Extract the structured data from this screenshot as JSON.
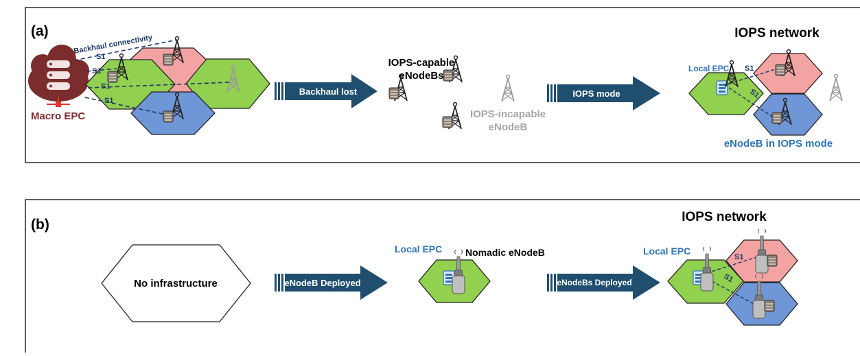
{
  "panel_a": {
    "label": "(a)",
    "macro_epc": "Macro EPC",
    "backhaul_connectivity": "Backhaul connectivity",
    "s1": "S1",
    "arrow_backhaul_lost": "Backhaul lost",
    "iops_capable_line1": "IOPS-capable",
    "iops_capable_line2": "eNodeBs",
    "iops_incapable_line1": "IOPS-incapable",
    "iops_incapable_line2": "eNodeB",
    "arrow_iops_mode": "IOPS mode",
    "iops_network": "IOPS network",
    "local_epc": "Local EPC",
    "enodeb_in_iops_mode": "eNodeB in IOPS mode"
  },
  "panel_b": {
    "label": "(b)",
    "no_infrastructure": "No infrastructure",
    "arrow_enodeb_deployed": "eNodeB Deployed",
    "local_epc_1": "Local EPC",
    "nomadic_enodeb": "Nomadic eNodeB",
    "arrow_enodebs_deployed": "eNodeBs Deployed",
    "local_epc_2": "Local EPC",
    "iops_network": "IOPS network",
    "s1": "S1"
  },
  "colors": {
    "green_cell": "#92d050",
    "red_cell": "#f4a3a3",
    "blue_cell": "#6f96d6",
    "arrow": "#1f4e6e",
    "epc_cloud": "#7b2c2c",
    "link_text": "#1f3864",
    "local_epc_text": "#2e75b6",
    "gray_text": "#a6a6a6"
  }
}
